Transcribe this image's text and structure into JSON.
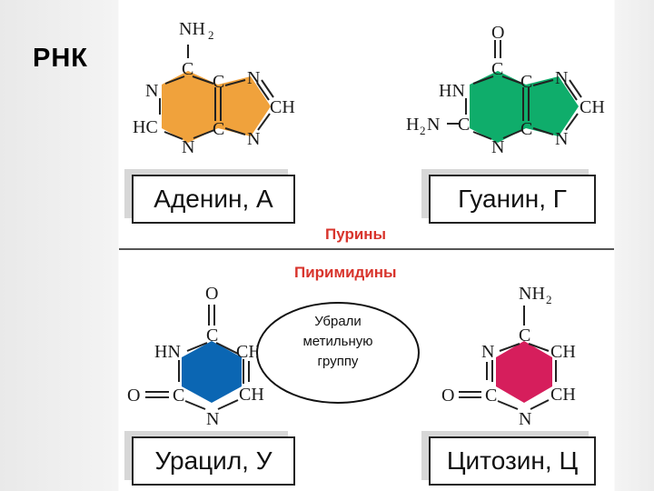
{
  "slide": {
    "title": "РНК"
  },
  "groups": {
    "purines": "Пурины",
    "pyrimidines": "Пиримидины"
  },
  "note": {
    "text": "Убрали\nметильную\nгруппу"
  },
  "bases": {
    "adenine": {
      "label": "Аденин, А",
      "color": "#f0a23c"
    },
    "guanine": {
      "label": "Гуанин, Г",
      "color": "#0fad6b"
    },
    "uracil": {
      "label": "Урацил, У",
      "color": "#0b66b3"
    },
    "cytosine": {
      "label": "Цитозин, Ц",
      "color": "#d61e5c"
    }
  },
  "atoms": {
    "adenine": {
      "nh2": "NH",
      "nh2_sub": "2",
      "c_top": "C",
      "n_left": "N",
      "hc": "HC",
      "n_bottom": "N",
      "c_bottom": "C",
      "c_right": "C",
      "n_top": "N",
      "ch": "CH",
      "n_bot_right": "N"
    },
    "guanine": {
      "o": "O",
      "c_top": "C",
      "hn": "HN",
      "h2n": "H",
      "h2n_sub": "2",
      "h2n_tail": "N",
      "c_left": "C",
      "n_bottom": "N",
      "c_bottom": "C",
      "c_right": "C",
      "n_top": "N",
      "ch": "CH",
      "n_bot_right": "N"
    },
    "uracil": {
      "o_top": "O",
      "c_top": "C",
      "hn": "HN",
      "o_left": "O",
      "c_left": "C",
      "n_bottom": "N",
      "ch_lower": "CH",
      "ch_upper": "CH"
    },
    "cytosine": {
      "nh2": "NH",
      "nh2_sub": "2",
      "c_top": "C",
      "n_left": "N",
      "o_left": "O",
      "c_left": "C",
      "n_bottom": "N",
      "ch_upper": "CH",
      "ch_lower": "CH"
    }
  }
}
